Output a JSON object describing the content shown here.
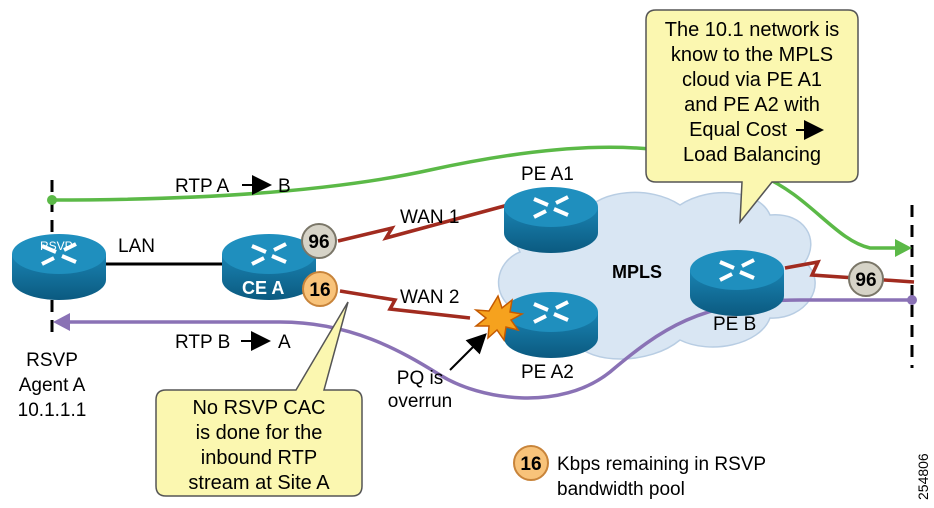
{
  "nodes": {
    "rsvp_router_label": "RSVP",
    "rsvp_agent": [
      "RSVP",
      "Agent A",
      "10.1.1.1"
    ],
    "ce_a": "CE A",
    "pe_a1": "PE A1",
    "pe_a2": "PE A2",
    "pe_b": "PE B",
    "mpls_cloud": "MPLS"
  },
  "links": {
    "lan": "LAN",
    "wan1": "WAN 1",
    "wan2": "WAN 2"
  },
  "streams": {
    "rtp_a_to_b": "RTP A",
    "rtp_a_to_b_end": "B",
    "rtp_b_to_a": "RTP B",
    "rtp_b_to_a_end": "A"
  },
  "badges": {
    "ce_a_wan1": "96",
    "ce_a_wan2": "16",
    "pe_b": "96",
    "legend": "16"
  },
  "annotations": {
    "pq_overrun": [
      "PQ is",
      "overrun"
    ]
  },
  "callouts": {
    "mpls_note": [
      "The 10.1 network is",
      "know to the MPLS",
      "cloud via PE A1",
      "and PE A2 with",
      "Equal Cost",
      "Load Balancing"
    ],
    "cac_note": [
      "No RSVP CAC",
      "is done for the",
      "inbound RTP",
      "stream at Site A"
    ]
  },
  "legend": {
    "text": [
      "Kbps remaining in RSVP",
      "bandwidth pool"
    ]
  },
  "figure_id": "254806",
  "colors": {
    "router_fill": "#1f8fbe",
    "router_dark": "#0d5f86",
    "green_stream": "#5bb947",
    "purple_stream": "#8a72b5",
    "wan_link": "#a12b1f",
    "callout_fill": "#fbf7b0",
    "badge_gray": "#d6d3c7",
    "badge_orange": "#f8c37a",
    "cloud_fill": "#d9e6f3"
  }
}
